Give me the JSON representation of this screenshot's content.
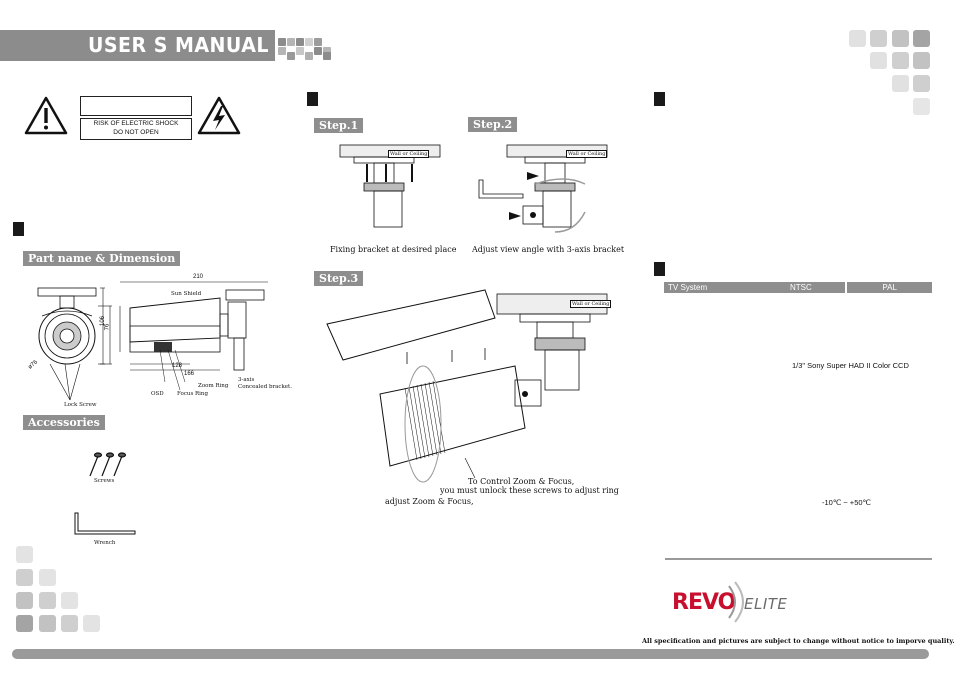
{
  "header": {
    "title": "USER S MANUAL"
  },
  "warning": {
    "line1": "RISK OF ELECTRIC SHOCK",
    "line2": "DO NOT OPEN"
  },
  "left": {
    "part_name_title": "Part name & Dimension",
    "accessories_title": "Accessories",
    "dim_210": "210",
    "dim_106": "106",
    "dim_76": "76",
    "dim_75": "ø76",
    "dim_128": "128",
    "dim_166": "166",
    "label_sun_shield": "Sun Shield",
    "label_zoom_ring": "Zoom Ring",
    "label_focus_ring": "Focus Ring",
    "label_osd": "OSD",
    "label_3axis": "3-axis",
    "label_concealed": "Concealed bracket.",
    "label_lock_screw": "Lock Screw",
    "label_screws": "Screws",
    "label_wrench": "Wrench"
  },
  "middle": {
    "step1": "Step.1",
    "step2": "Step.2",
    "step3": "Step.3",
    "wall": "Wall or Ceiling",
    "caption1": "Fixing bracket at desired place",
    "caption2": "Adjust view angle with 3-axis bracket",
    "note1": "To Control Zoom & Focus,",
    "note2": "you must unlock these screws to adjust ring",
    "note3": "adjust Zoom & Focus,"
  },
  "right": {
    "table_header": {
      "c1": "TV System",
      "c2": "NTSC",
      "c3": "PAL"
    },
    "ccd": "1/3\" Sony Super HAD II  Color CCD",
    "temp": "-10℃ ~ +50℃",
    "logo_main": "REVO",
    "logo_sub": "ELITE",
    "disclaimer": "All specification and pictures are subject to change without notice to imporve quality."
  }
}
